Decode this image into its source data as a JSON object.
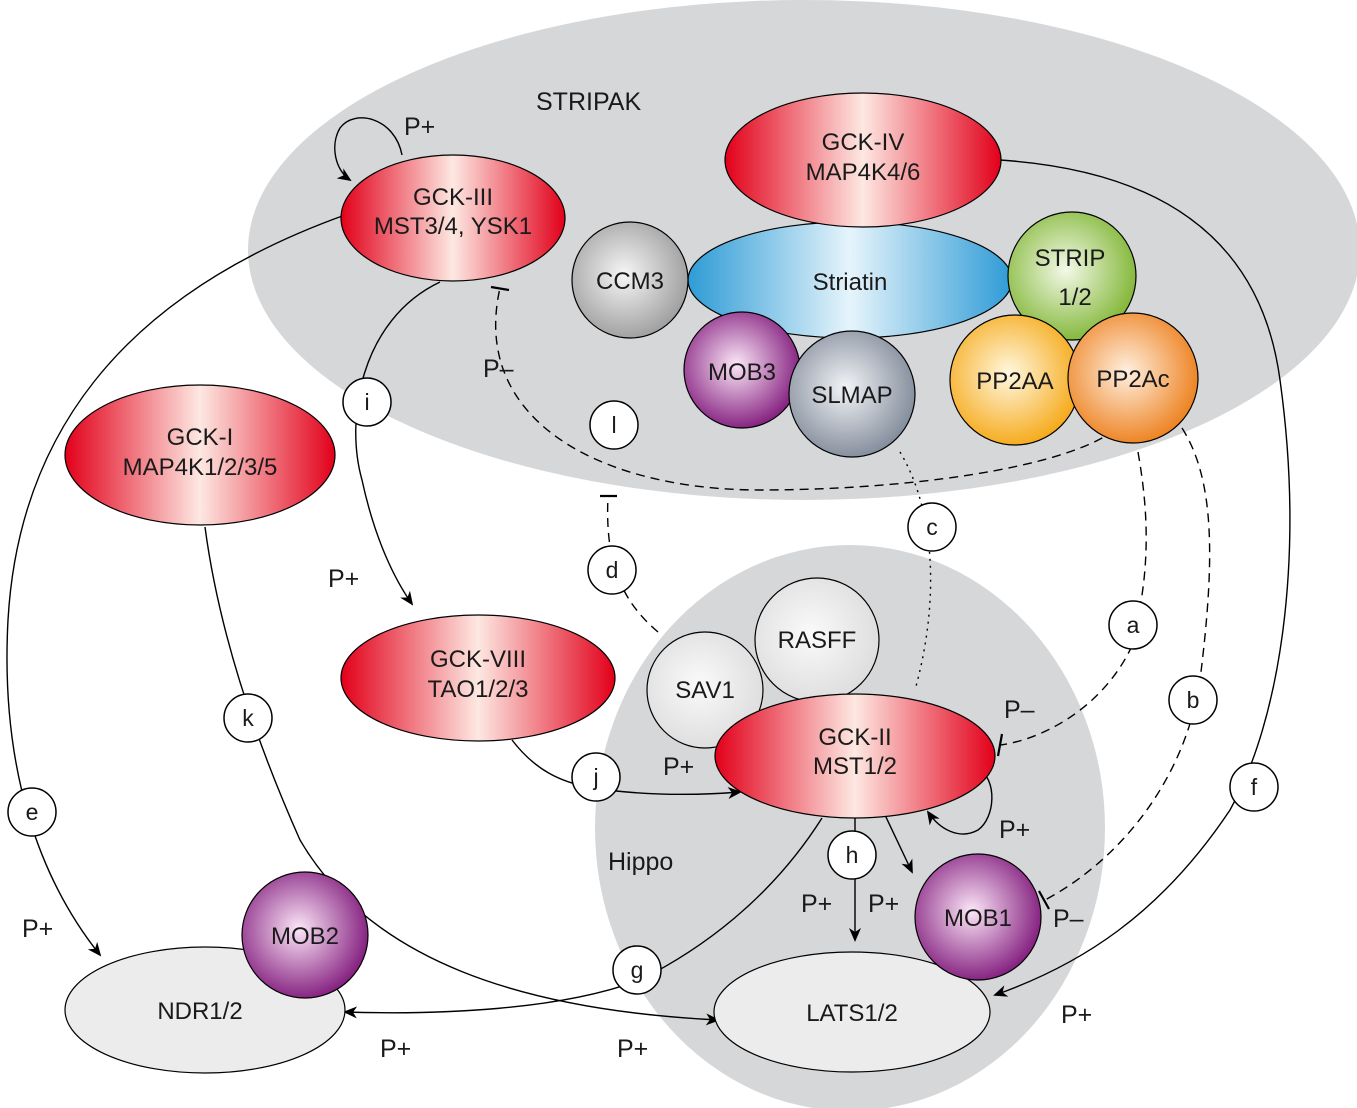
{
  "complexes": {
    "stripak": "STRIPAK",
    "hippo": "Hippo"
  },
  "nodes": {
    "gck3": [
      "GCK-III",
      "MST3/4, YSK1"
    ],
    "gck4": [
      "GCK-IV",
      "MAP4K4/6"
    ],
    "ccm3": "CCM3",
    "striatin": "Striatin",
    "strip": [
      "STRIP",
      "1/2"
    ],
    "mob3": "MOB3",
    "slmap": "SLMAP",
    "pp2aa": "PP2AA",
    "pp2ac": "PP2Ac",
    "gck1": [
      "GCK-I",
      "MAP4K1/2/3/5"
    ],
    "gck8": [
      "GCK-VIII",
      "TAO1/2/3"
    ],
    "rasff": "RASFF",
    "sav1": "SAV1",
    "gck2": [
      "GCK-II",
      "MST1/2"
    ],
    "mob1": "MOB1",
    "mob2": "MOB2",
    "ndr": "NDR1/2",
    "lats": "LATS1/2"
  },
  "edge_tags": [
    "a",
    "b",
    "c",
    "d",
    "e",
    "f",
    "g",
    "h",
    "i",
    "j",
    "k",
    "l"
  ],
  "phospho": {
    "plus": "P+",
    "minus": "P–"
  },
  "colors": {
    "complex_bg": "#d6d7d9",
    "kinase_red": "#e2001a",
    "striatin_blue": "#3aa6dd",
    "strip_green": "#8fc13e",
    "mob_purple": "#8e1f8a",
    "pp2aa_yellow": "#f7b21b",
    "pp2ac_orange": "#f08c27",
    "ccm3_gray": "#a9a9a9",
    "slmap_gray": "#8e96a3",
    "light_node": "#eaeaea"
  }
}
